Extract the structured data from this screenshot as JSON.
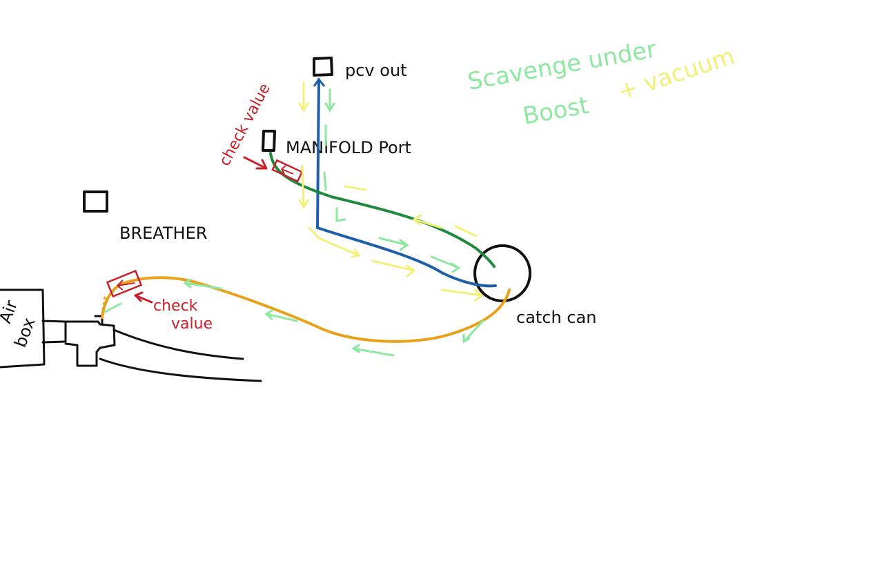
{
  "labels": {
    "pcv_out": "pcv out",
    "manifold_port": "MANIFOLD Port",
    "breather": "BREATHER",
    "catch_can": "catch can",
    "check_valve_top": "check value",
    "check_valve_bottom_1": "check",
    "check_valve_bottom_2": "value",
    "air_box_1": "Air",
    "air_box_2": "box",
    "scavenge_line1": "Scavenge under",
    "scavenge_boost": "Boost",
    "scavenge_vacuum": "+ vacuum"
  },
  "colors": {
    "pcv_line": "#1f5fa8",
    "manifold_line": "#1f8a3e",
    "breather_line": "#e8a21a",
    "check_valve": "#c8202a",
    "flow_vacuum": "#f3f07a",
    "flow_boost": "#8fe8a0",
    "outline": "#111111"
  }
}
